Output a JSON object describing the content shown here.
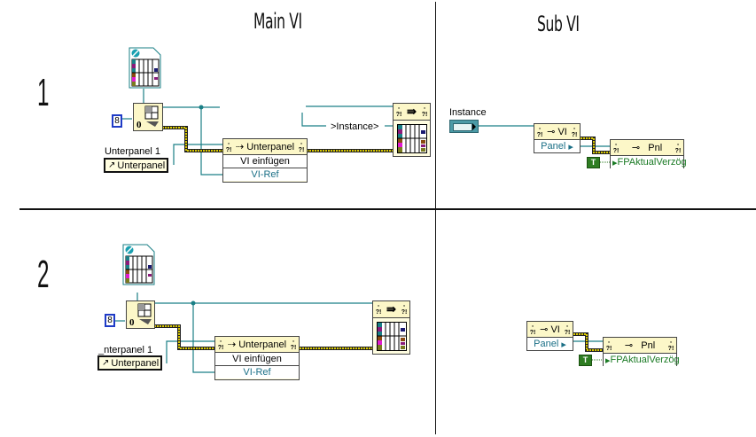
{
  "headers": {
    "main": "Main VI",
    "sub": "Sub VI"
  },
  "rows": [
    {
      "number": "1",
      "main": {
        "numeric_constant": "8",
        "insert_node": {
          "title": "Unterpanel",
          "method": "VI einfügen",
          "input": "VI-Ref"
        },
        "control_label": "Unterpanel 1",
        "control_ref": "Unterpanel",
        "instance_label": ">Instance>"
      },
      "sub": {
        "instance_label": "Instance",
        "vi_node": {
          "title": "VI",
          "property": "Panel"
        },
        "pnl_node": {
          "title": "Pnl",
          "property": "FPAktualVerzög"
        },
        "bool_constant": "T"
      }
    },
    {
      "number": "2",
      "main": {
        "numeric_constant": "8",
        "insert_node": {
          "title": "Unterpanel",
          "method": "VI einfügen",
          "input": "VI-Ref"
        },
        "control_label": "_nterpanel 1",
        "control_ref": "Unterpanel"
      },
      "sub": {
        "vi_node": {
          "title": "VI",
          "property": "Panel"
        },
        "pnl_node": {
          "title": "Pnl",
          "property": "FPAktualVerzög"
        },
        "bool_constant": "T"
      }
    }
  ],
  "colors": {
    "wire_ref": "#1a7f86",
    "wire_error": "#c8b400",
    "node_bg": "#fffde0",
    "bool_const": "#2e7d22",
    "numeric_border": "#1f3bc6"
  }
}
